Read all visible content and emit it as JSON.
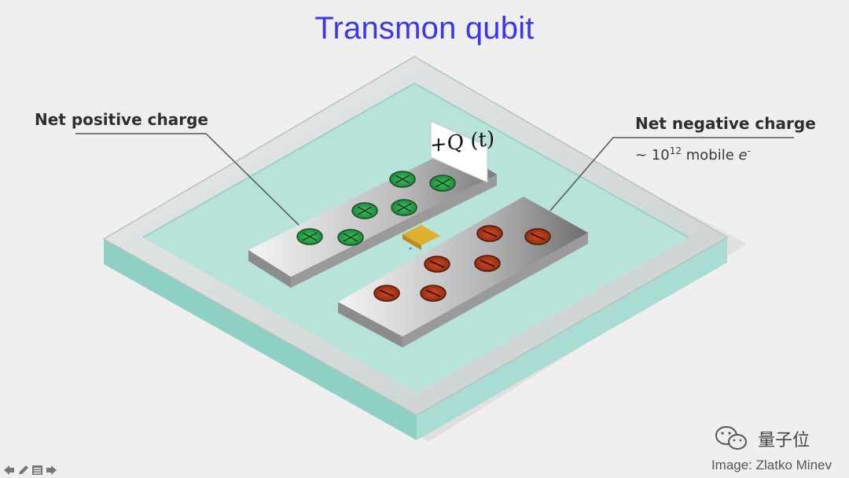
{
  "title": "Transmon qubit",
  "labels": {
    "left_title": "Net positive charge",
    "right_title": "Net negative charge",
    "right_sub_prefix": "~ 10",
    "right_sub_exp": "12",
    "right_sub_middle": " mobile ",
    "right_sub_e": "e",
    "right_sub_sup": "-"
  },
  "charge_label": "+Q (t)",
  "credit": "Image: Zlatko Minev",
  "watermark": "量子位",
  "icons": {
    "positive_charge": "circled-x-icon",
    "negative_charge": "circled-bar-icon",
    "nav_prev": "arrow-left-icon",
    "nav_pen": "pen-icon",
    "nav_menu": "menu-icon",
    "nav_next": "arrow-right-icon",
    "watermark_logo": "wechat-icon"
  },
  "colors": {
    "title": "#3b35f0",
    "substrate": "#b7e3da",
    "positive": "#2aa84a",
    "negative": "#b23a1a",
    "junction": "#e0b032"
  }
}
